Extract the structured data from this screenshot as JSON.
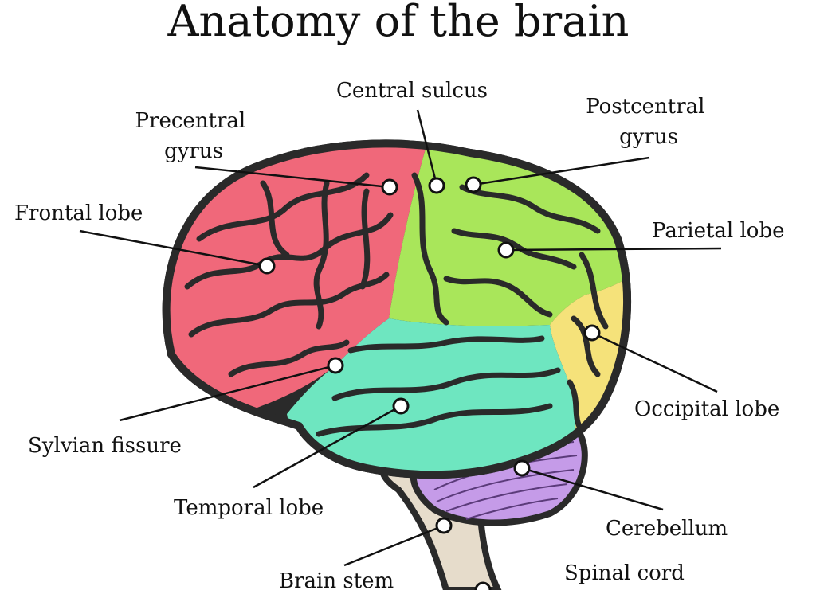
{
  "diagram": {
    "title": "Anatomy of the brain",
    "labels": {
      "precentral_gyrus": [
        "Precentral",
        "gyrus"
      ],
      "central_sulcus": "Central sulcus",
      "postcentral_gyrus": [
        "Postcentral",
        "gyrus"
      ],
      "frontal_lobe": "Frontal lobe",
      "parietal_lobe": "Parietal lobe",
      "occipital_lobe": "Occipital lobe",
      "sylvian_fissure": "Sylvian fissure",
      "temporal_lobe": "Temporal lobe",
      "cerebellum": "Cerebellum",
      "brain_stem": "Brain stem",
      "spinal_cord": "Spinal cord"
    },
    "colors": {
      "frontal": "#f0687a",
      "parietal": "#a9e65a",
      "occipital": "#f5e27a",
      "temporal": "#6ee6c0",
      "cerebellum": "#c59be8",
      "stem": "#e6dccb",
      "outline": "#2a2a2a"
    }
  }
}
